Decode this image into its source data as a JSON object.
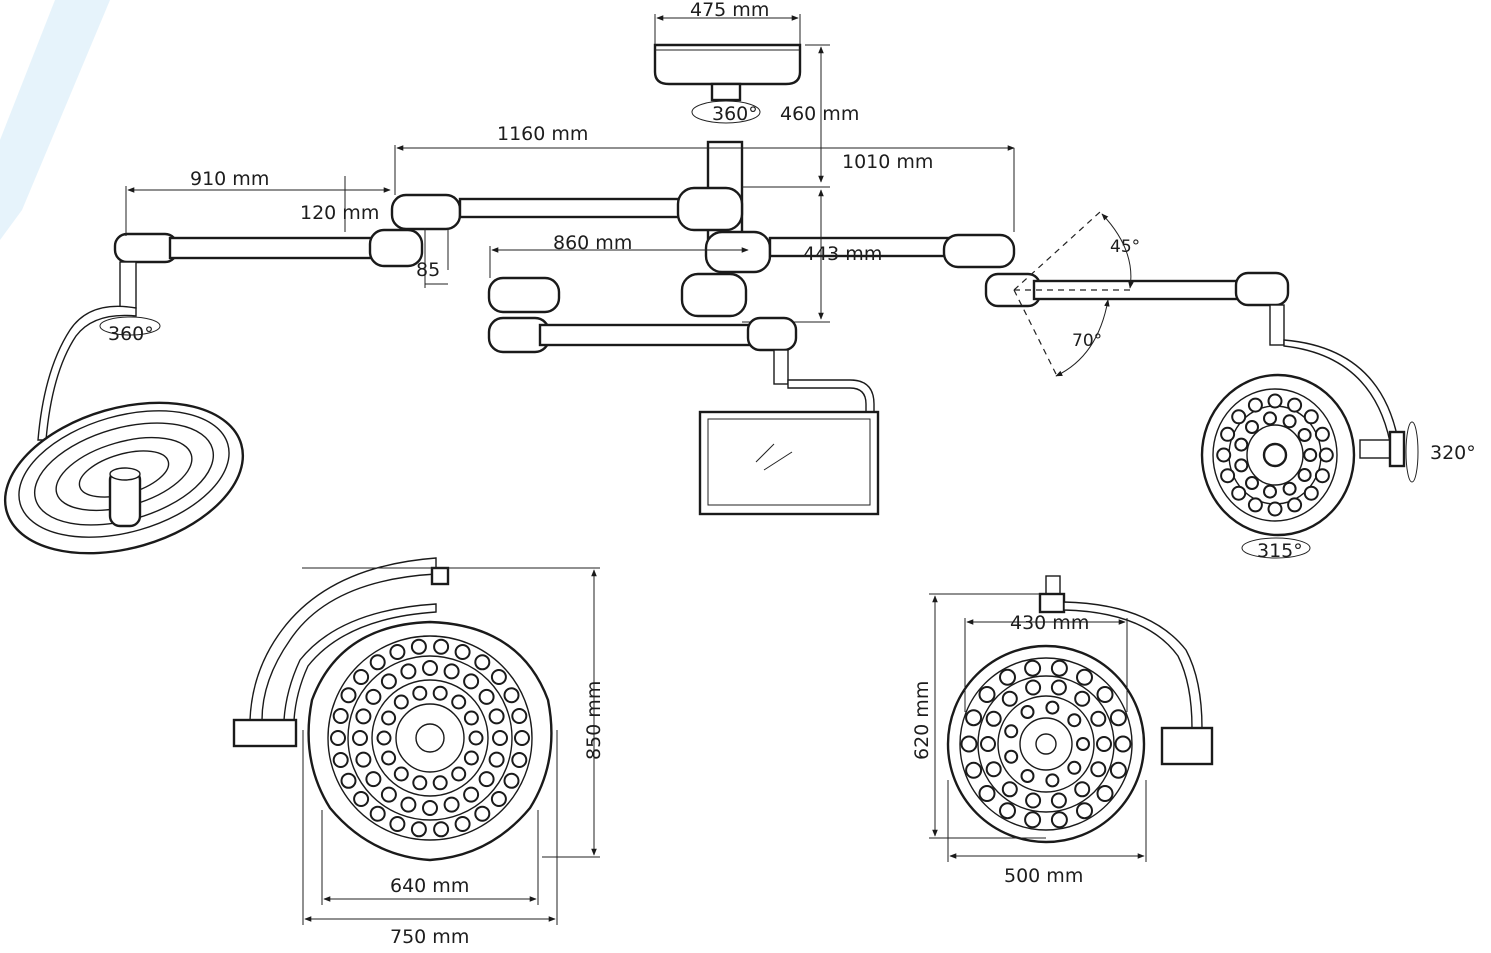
{
  "colors": {
    "line": "#1a1a1a",
    "accent_band": "#e6f3fb",
    "background": "#ffffff"
  },
  "dimensions": {
    "ceiling_width": "475 mm",
    "ceiling_height": "460 mm",
    "upper_arm_length": "1160 mm",
    "right_arm_length": "1010 mm",
    "left_arm_length": "910 mm",
    "left_arm_offset": "120 mm",
    "left_arm_drop": "85",
    "monitor_arm_length": "860 mm",
    "arm_spacing": "443 mm",
    "large_head_height": "850 mm",
    "large_head_inner_width": "640 mm",
    "large_head_outer_width": "750 mm",
    "small_head_height": "620 mm",
    "small_head_inner_width": "430 mm",
    "small_head_outer_width": "500 mm"
  },
  "rotations": {
    "ceiling_rotation": "360°",
    "left_head_rotation": "360°",
    "right_head_tilt": "320°",
    "right_head_rotation": "315°",
    "arm_up_angle": "45°",
    "arm_down_angle": "70°"
  }
}
